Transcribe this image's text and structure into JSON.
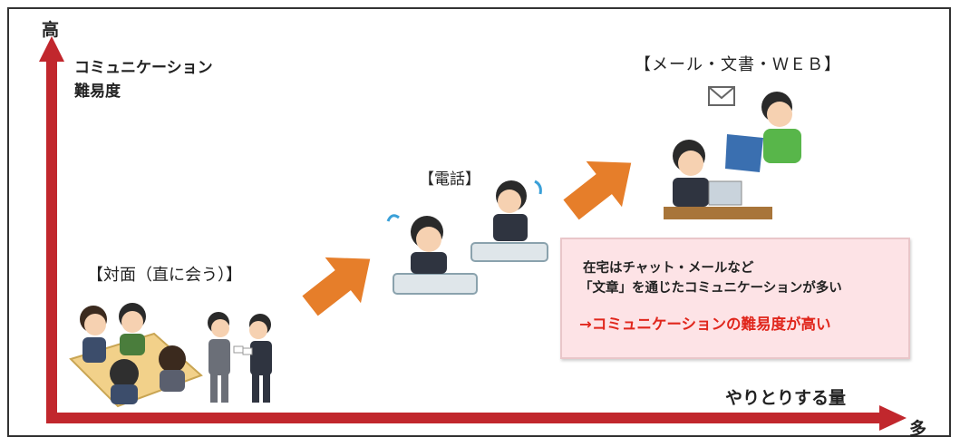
{
  "axis": {
    "y_top_label": "高",
    "x_end_label": "多",
    "y_title_line1": "コミュニケーション",
    "y_title_line2": "難易度",
    "x_title": "やりとりする量",
    "color": "#c1272d"
  },
  "stages": {
    "face_to_face": "【対面（直に会う）】",
    "telephone": "【電話】",
    "mail": "【メール・文書・ＷＥＢ】"
  },
  "note": {
    "line1": "在宅はチャット・メールなど",
    "line2": "「文章」を通じたコミュニケーションが多い",
    "line3": "→コミュニケーションの難易度が高い",
    "bg_color": "#fde3e6",
    "highlight_color": "#e0261c"
  },
  "arrow_color": "#e67e2a"
}
